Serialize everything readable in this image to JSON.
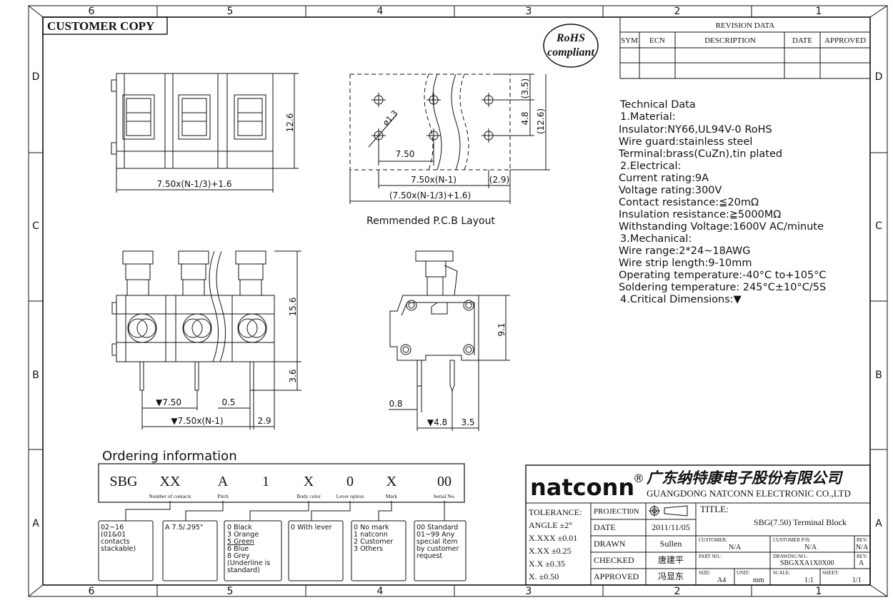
{
  "frame": {
    "top_zones": [
      "6",
      "5",
      "4",
      "3",
      "2",
      "1"
    ],
    "bottom_zones": [
      "6",
      "5",
      "4",
      "3",
      "2",
      "1"
    ],
    "left_rows": [
      "D",
      "C",
      "B",
      "A"
    ],
    "right_rows": [
      "D",
      "C",
      "B",
      "A"
    ]
  },
  "stamp": {
    "customer_copy": "CUSTOMER COPY",
    "rohs_line1": "RoHS",
    "rohs_line2": "compliant"
  },
  "revision": {
    "title": "REVISION DATA",
    "headers": [
      "SYM",
      "ECN",
      "DESCRIPTION",
      "DATE",
      "APPROVED"
    ]
  },
  "technical_data": [
    "Technical  Data",
    "1.Material:",
    "  Insulator:NY66,UL94V-0  RoHS",
    "  Wire  guard:stainless  steel",
    "  Terminal:brass(CuZn),tin  plated",
    "2.Electrical:",
    "  Current  rating:9A",
    "  Voltage  rating:300V",
    "  Contact  resistance:≦20mΩ",
    "  Insulation  resistance:≧5000MΩ",
    "  Withstanding  Voltage:1600V  AC/minute",
    "3.Mechanical:",
    "  Wire  range:2*24~18AWG",
    "  Wire  strip  length:9-10mm",
    "  Operating  temperature:-40°C  to+105°C",
    "  Soldering  temperature:  245°C±10°C/5S",
    "4.Critical  Dimensions:▼"
  ],
  "dims": {
    "top_h": "12.6",
    "top_w": "7.50x(N-1/3)+1.6",
    "pcb_35": "(3.5)",
    "pcb_48": "4.8",
    "pcb_126": "(12.6)",
    "pcb_13": "ø1.3",
    "pcb_750": "7.50",
    "pcb_n1": "7.50x(N-1)",
    "pcb_29": "(2.9)",
    "pcb_total": "(7.50x(N-1/3)+1.6)",
    "pcb_caption": "Remmended  P.C.B  Layout",
    "front_156": "15.6",
    "front_36": "3.6",
    "front_750": "▼7.50",
    "front_05": "0.5",
    "front_n1": "▼7.50x(N-1)",
    "front_29": "2.9",
    "side_91": "9.1",
    "side_08": "0.8",
    "side_48": "▼4.8",
    "side_35": "3.5"
  },
  "ordering": {
    "title": "Ordering  information",
    "codes": [
      "SBG",
      "XX",
      "A",
      "1",
      "X",
      "0",
      "X",
      "00"
    ],
    "captions": [
      "Number of contacts",
      "Pitch",
      "Body color",
      "Lever option",
      "Mark",
      "Serial No."
    ],
    "box1": [
      "02~16",
      "(01&01",
      "contacts",
      "stackable)"
    ],
    "box2": [
      "A  7.5/.295\""
    ],
    "box3": [
      "0  Black",
      "3  Orange",
      "5  Green",
      "6  Blue",
      "8  Grey",
      "(Underline  is",
      "standard)"
    ],
    "box4": [
      "0  With  lever"
    ],
    "box5": [
      "0  No  mark",
      "1  natconn",
      "2  Customer",
      "3  Others"
    ],
    "box6": [
      "00  Standard",
      "01~99  Any",
      "special  item",
      "by  customer",
      "request"
    ]
  },
  "titleblock": {
    "brand": "natconn",
    "reg": "®",
    "company_cn": "广东纳特康电子股份有限公司",
    "company_en": "GUANGDONG NATCONN ELECTRONIC CO.,LTD",
    "tolerance": "TOLERANCE:",
    "angle": "ANGLE ±2°",
    "xxxx": "X.XXX  ±0.01",
    "xxx": "X.XX    ±0.25",
    "xx": "X.X      ±0.35",
    "x": "X.         ±0.50",
    "projection": "PROJECTI0N",
    "date_label": "DATE",
    "date_val": "2011/11/05",
    "drawn_label": "DRAWN",
    "drawn_val": "Sullen",
    "checked_label": "CHECKED",
    "checked_val": "唐建平",
    "approved_label": "APPROVED",
    "approved_val": "冯显东",
    "title_label": "TITLE:",
    "title_val": "SBG(7.50)  Terminal Block",
    "customer_label": "CUSTOMER:",
    "customer_val": "N/A",
    "cust_pn_label": "CUSTOMER P/N:",
    "cust_pn_val": "N/A",
    "rev_label": "REV:",
    "rev1_val": "N/A",
    "partno_label": "PART NO.:",
    "drawingno_label": "DRAWING NO.:",
    "drawingno_val": "SBGXXA1X0X00",
    "rev2_val": "A",
    "size_label": "SIZE:",
    "size_val": "A4",
    "unit_label": "UNIT:",
    "unit_val": "mm",
    "scale_label": "SCALE:",
    "scale_val": "1:1",
    "sheet_label": "SHEET:",
    "sheet_val": "1/1"
  }
}
